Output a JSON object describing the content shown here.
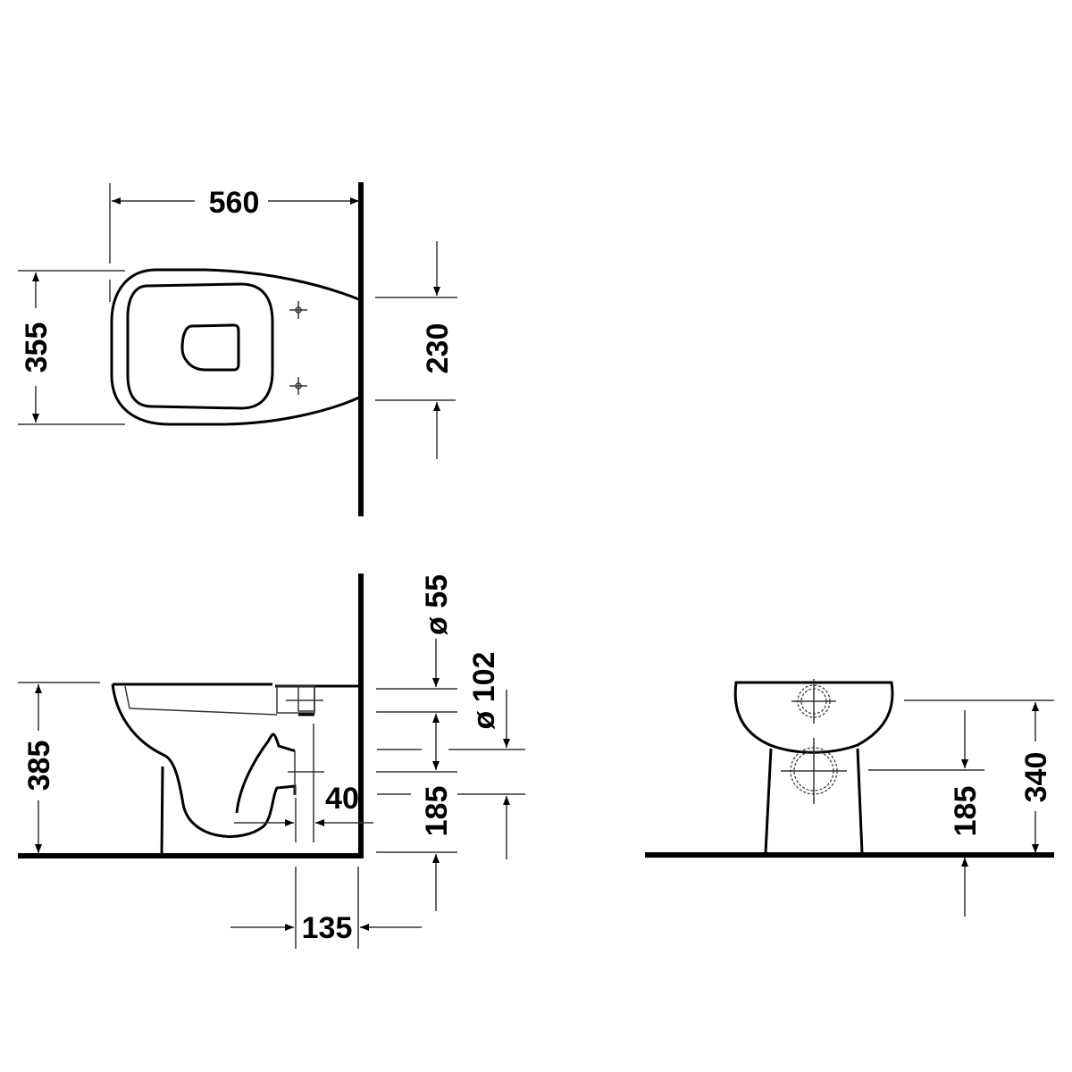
{
  "drawing": {
    "subject": "Floor-standing toilet technical dimension drawing",
    "units": "mm",
    "views": {
      "top_view": {
        "dimensions": {
          "length": "560",
          "width": "355",
          "fixing_hole_spacing": "230"
        }
      },
      "side_view": {
        "dimensions": {
          "rim_height": "385",
          "inlet_diameter": "ø 55",
          "outlet_diameter": "ø 102",
          "outlet_height": "185",
          "outlet_projection": "40",
          "wall_to_outlet": "135"
        }
      },
      "front_view": {
        "dimensions": {
          "outlet_height": "185",
          "inlet_height": "340"
        }
      }
    }
  }
}
